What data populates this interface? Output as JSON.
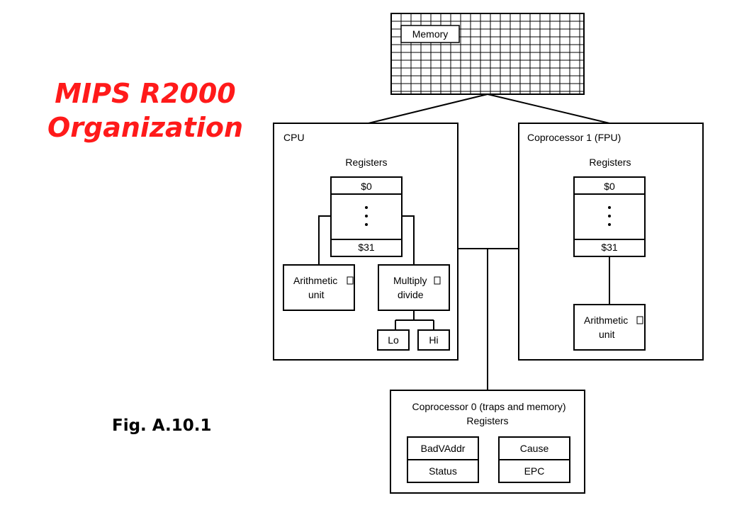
{
  "title": {
    "line1": "MIPS R2000",
    "line2": "Organization"
  },
  "caption": "Fig. A.10.1",
  "memory": {
    "label": "Memory"
  },
  "cpu": {
    "label": "CPU",
    "registers_label": "Registers",
    "reg_first": "$0",
    "reg_last": "$31",
    "alu_line1": "Arithmetic",
    "alu_line2": "unit",
    "muldiv_line1": "Multiply",
    "muldiv_line2": "divide",
    "lo": "Lo",
    "hi": "Hi"
  },
  "fpu": {
    "label": "Coprocessor 1 (FPU)",
    "registers_label": "Registers",
    "reg_first": "$0",
    "reg_last": "$31",
    "alu_line1": "Arithmetic",
    "alu_line2": "unit"
  },
  "cp0": {
    "label": "Coprocessor 0 (traps and memory)",
    "registers_label": "Registers",
    "badvaddr": "BadVAddr",
    "cause": "Cause",
    "status": "Status",
    "epc": "EPC"
  },
  "colors": {
    "title": "#ff1a1a",
    "stroke": "#000000"
  }
}
